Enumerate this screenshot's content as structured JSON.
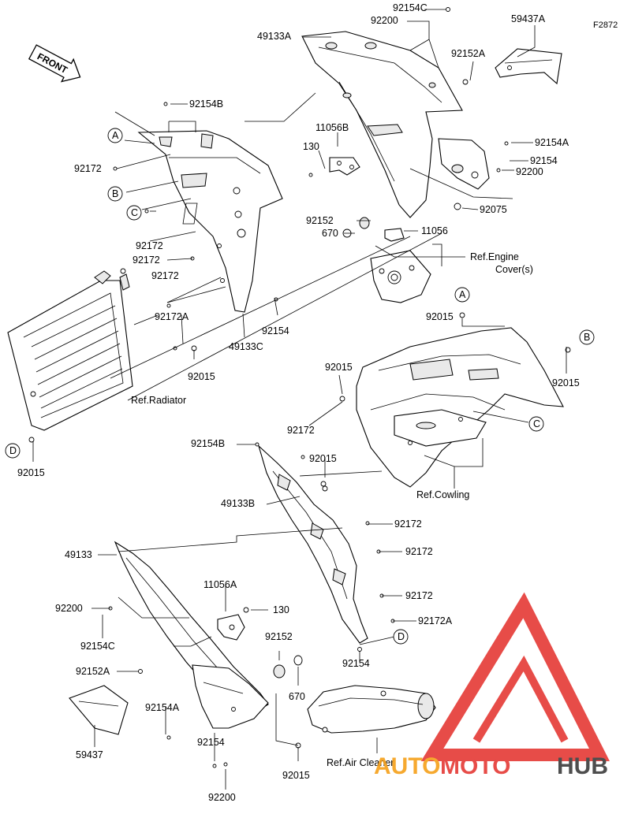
{
  "figure_code": "F2872",
  "front_label": "FRONT",
  "labels": {
    "l_92154C_top": "92154C",
    "l_92200_top": "92200",
    "l_49133A": "49133A",
    "l_59437A": "59437A",
    "l_92152A_top": "92152A",
    "l_92154B_top": "92154B",
    "l_11056B": "11056B",
    "l_130_top": "130",
    "l_92154A_top": "92154A",
    "l_92154_right": "92154",
    "l_92200_right": "92200",
    "l_92172_a": "92172",
    "l_92075": "92075",
    "l_92152_mid": "92152",
    "l_670_mid": "670",
    "l_11056": "11056",
    "l_ref_engine": "Ref.Engine",
    "l_ref_engine2": "Cover(s)",
    "l_92172_b": "92172",
    "l_92172_c": "92172",
    "l_92172_d": "92172",
    "l_92172A_top": "92172A",
    "l_92154_mid": "92154",
    "l_49133C": "49133C",
    "l_92015_a": "92015",
    "l_92015_b": "92015",
    "l_92015_c": "92015",
    "l_92015_d": "92015",
    "l_ref_radiator": "Ref.Radiator",
    "l_92015_left": "92015",
    "l_92172_e": "92172",
    "l_92154B_mid": "92154B",
    "l_92015_e": "92015",
    "l_49133B": "49133B",
    "l_ref_cowling": "Ref.Cowling",
    "l_92172_f": "92172",
    "l_92172_g": "92172",
    "l_49133": "49133",
    "l_11056A": "11056A",
    "l_92200_low": "92200",
    "l_130_low": "130",
    "l_92154C_low": "92154C",
    "l_92172_h": "92172",
    "l_92172A_low": "92172A",
    "l_92152A_low": "92152A",
    "l_92152_low": "92152",
    "l_92154_low": "92154",
    "l_670_low": "670",
    "l_92154A_low": "92154A",
    "l_59437": "59437",
    "l_92154_bottom": "92154",
    "l_92015_f": "92015",
    "l_92200_bottom": "92200",
    "l_ref_aircleaner": "Ref.Air Cleaner"
  },
  "callouts": {
    "A": "A",
    "B": "B",
    "C": "C",
    "D": "D"
  },
  "watermark": {
    "word_auto": "AUTO",
    "word_moto": "MOTO",
    "word_hub": "HUB",
    "colors": {
      "red": "#e53935",
      "orange": "#f6a019",
      "dark": "#3b3b3b"
    }
  }
}
